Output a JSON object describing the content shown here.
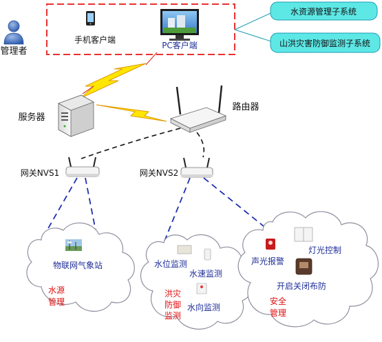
{
  "actors": {
    "admin": "管理者",
    "server": "服务器",
    "router": "路由器"
  },
  "clients": {
    "mobile": "手机客户端",
    "pc": "PC客户端"
  },
  "subsystems": [
    "水资源管理子系统",
    "山洪灾害防御监测子系统"
  ],
  "gateways": [
    "网关NVS1",
    "网关NVS2"
  ],
  "clouds": {
    "left": {
      "station": "物联网气象站",
      "app_line1": "水源",
      "app_line2": "管理"
    },
    "middle": {
      "water_level": "水位监测",
      "water_speed": "水速监测",
      "app_line1": "洪灾",
      "app_line2": "防御",
      "app_line3": "监测",
      "water_direction": "水向监测"
    },
    "right": {
      "sound_light_alarm": "声光报警",
      "light_control": "灯光控制",
      "open_close_guard": "开启关闭布防",
      "app_line1": "安全",
      "app_line2": "管理"
    }
  },
  "colors": {
    "dash_box": "#e8302f",
    "bubble_fill": "#5de8e6",
    "bubble_stroke": "#1a9bb0",
    "blue_dash": "#1f2fb0",
    "black_dash": "#111111",
    "cloud_stroke": "#8f8f9f",
    "lightning": "#ffe600",
    "lightning_stroke": "#e09a00",
    "label_blue": "#1f2f9a",
    "label_red": "#e01010"
  },
  "icons": [
    "user-icon",
    "phone-icon",
    "monitor-icon",
    "server-icon",
    "router-icon",
    "gateway-icon",
    "weather-station-icon",
    "sensor-icon",
    "alarm-icon",
    "light-switch-icon",
    "fingerprint-panel-icon"
  ]
}
